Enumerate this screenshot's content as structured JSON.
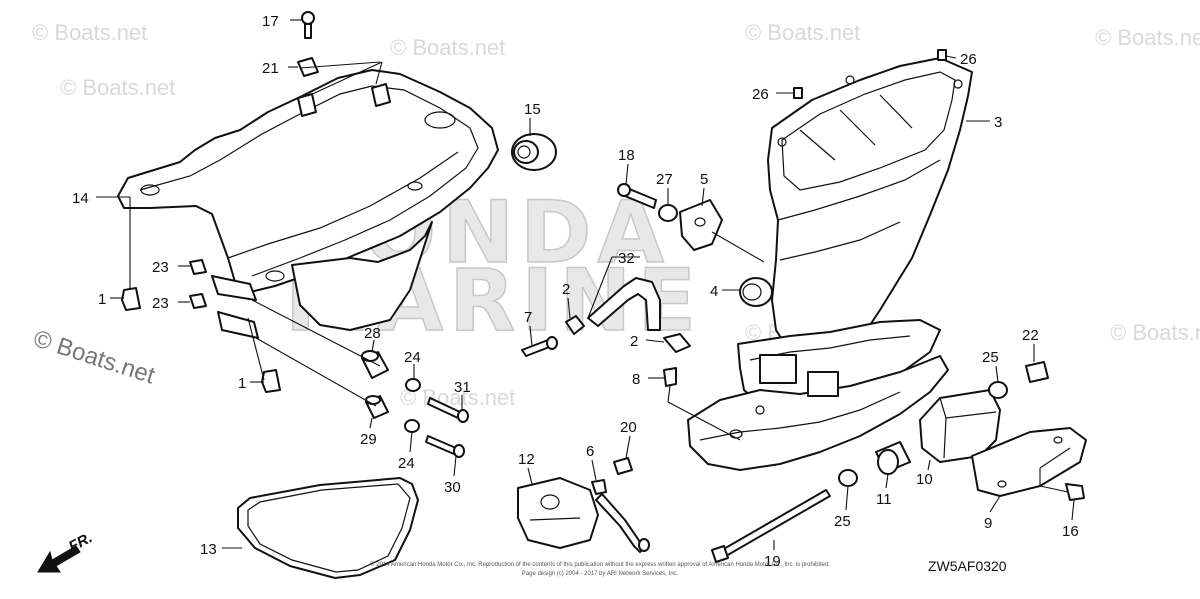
{
  "diagram": {
    "code": "ZW5AF0320",
    "front_label": "FR.",
    "brand_line1": "HONDA",
    "brand_line2": "MARINE",
    "watermark_small": "© Boats.net",
    "watermark_large": "© Boats.net",
    "copyright_line1": "© 2014 American Honda Motor Co., Inc. Reproduction of the contents of this publication without the express written approval of American Honda Motor Co., Inc. is prohibited.",
    "copyright_line2": "Page design (c) 2004 - 2017 by ARI Network Services, Inc."
  },
  "callouts": [
    {
      "id": "17",
      "label": "17"
    },
    {
      "id": "21",
      "label": "21"
    },
    {
      "id": "15",
      "label": "15"
    },
    {
      "id": "14",
      "label": "14"
    },
    {
      "id": "23a",
      "label": "23"
    },
    {
      "id": "23b",
      "label": "23"
    },
    {
      "id": "1a",
      "label": "1"
    },
    {
      "id": "1b",
      "label": "1"
    },
    {
      "id": "28",
      "label": "28"
    },
    {
      "id": "24a",
      "label": "24"
    },
    {
      "id": "31",
      "label": "31"
    },
    {
      "id": "29",
      "label": "29"
    },
    {
      "id": "24b",
      "label": "24"
    },
    {
      "id": "30",
      "label": "30"
    },
    {
      "id": "13",
      "label": "13"
    },
    {
      "id": "18",
      "label": "18"
    },
    {
      "id": "27",
      "label": "27"
    },
    {
      "id": "5",
      "label": "5"
    },
    {
      "id": "32",
      "label": "32"
    },
    {
      "id": "4",
      "label": "4"
    },
    {
      "id": "2a",
      "label": "2"
    },
    {
      "id": "2b",
      "label": "2"
    },
    {
      "id": "7",
      "label": "7"
    },
    {
      "id": "8",
      "label": "8"
    },
    {
      "id": "26a",
      "label": "26"
    },
    {
      "id": "26b",
      "label": "26"
    },
    {
      "id": "3",
      "label": "3"
    },
    {
      "id": "22",
      "label": "22"
    },
    {
      "id": "25a",
      "label": "25"
    },
    {
      "id": "25b",
      "label": "25"
    },
    {
      "id": "10",
      "label": "10"
    },
    {
      "id": "11",
      "label": "11"
    },
    {
      "id": "9",
      "label": "9"
    },
    {
      "id": "16",
      "label": "16"
    },
    {
      "id": "12",
      "label": "12"
    },
    {
      "id": "6",
      "label": "6"
    },
    {
      "id": "20",
      "label": "20"
    },
    {
      "id": "19",
      "label": "19"
    }
  ]
}
